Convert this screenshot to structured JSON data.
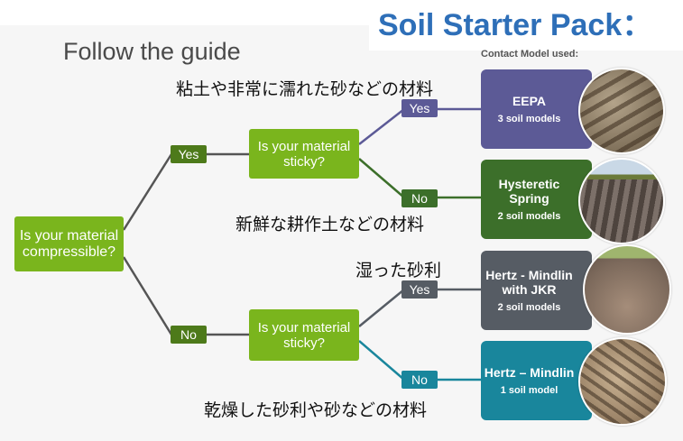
{
  "header": {
    "title": "Soil Starter Pack："
  },
  "guide_title": "Follow the guide",
  "contact_label": "Contact Model used:",
  "questions": {
    "root": "Is your material\ncompressible?",
    "sticky_top": "Is your material\nsticky?",
    "sticky_bottom": "Is your material\nsticky?"
  },
  "branch_labels": {
    "root_yes": "Yes",
    "root_no": "No",
    "top_yes": "Yes",
    "top_no": "No",
    "bottom_yes": "Yes",
    "bottom_no": "No"
  },
  "models": [
    {
      "name": "EEPA",
      "count": "3 soil models",
      "color": "#5c5a96"
    },
    {
      "name": "Hysteretic\nSpring",
      "count": "2 soil models",
      "color": "#3c6f2a"
    },
    {
      "name": "Hertz - Mindlin\nwith JKR",
      "count": "2 soil models",
      "color": "#565c64"
    },
    {
      "name": "Hertz – Mindlin",
      "count": "1 soil model",
      "color": "#19869c"
    }
  ],
  "annotations": {
    "clay": "粘土や非常に濡れた砂などの材料",
    "tilled": "新鮮な耕作土などの材料",
    "wet_gravel": "湿った砂利",
    "dry_gravel": "乾燥した砂利や砂などの材料"
  },
  "colors": {
    "question_green": "#7ab51d",
    "tree_line": "#555555",
    "header_blue": "#2e6fb8"
  }
}
